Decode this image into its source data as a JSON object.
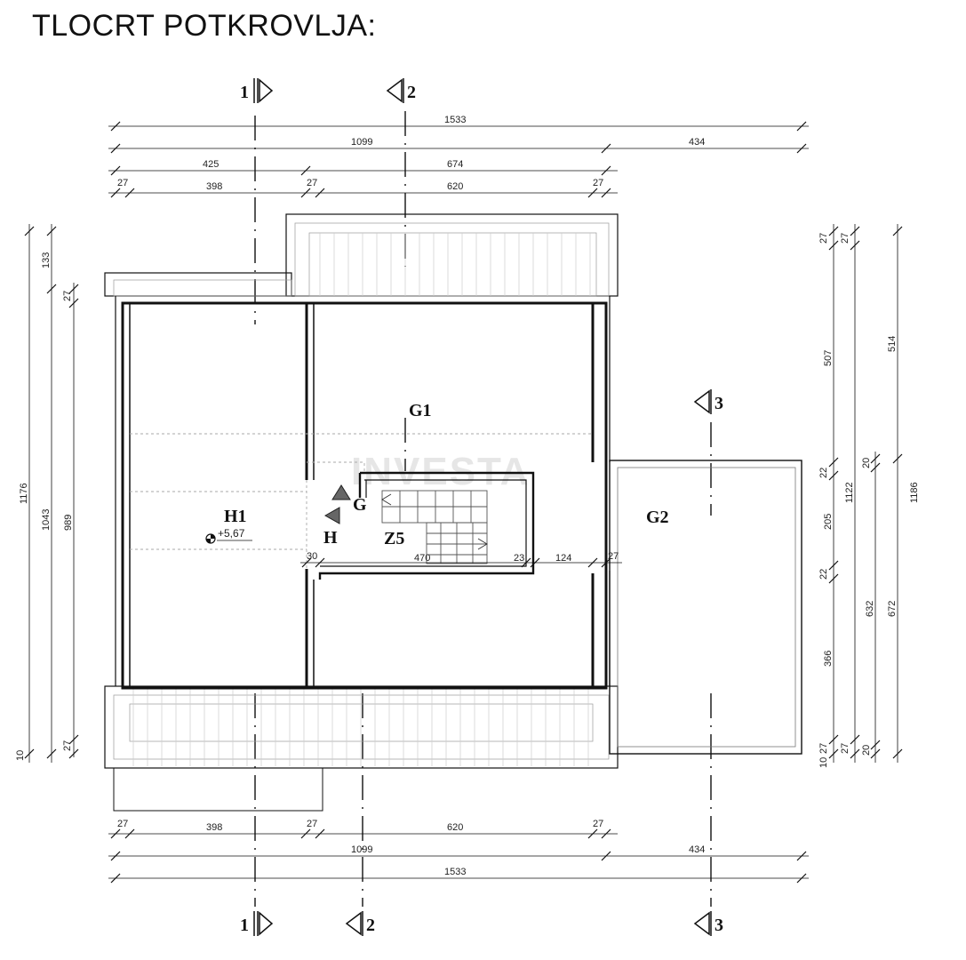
{
  "title": "TLOCRT POTKROVLJA:",
  "watermark": "INVESTA",
  "labels": {
    "room_h1": "H1",
    "level_h1": "+5,67",
    "room_g1": "G1",
    "room_g2": "G2",
    "stair_z5": "Z5",
    "marker_g": "G",
    "marker_h": "H"
  },
  "sections": {
    "s1_top": "1",
    "s2_top": "2",
    "s3_mid": "3",
    "s1_bottom": "1",
    "s2_bottom": "2",
    "s3_bottom": "3"
  },
  "dims_top": {
    "r1": "1533",
    "r2a": "1099",
    "r2b": "434",
    "r3a": "425",
    "r3b": "674",
    "r4a": "27",
    "r4b": "398",
    "r4c": "27",
    "r4d": "620",
    "r4e": "27"
  },
  "dims_bottom": {
    "r1a": "27",
    "r1b": "398",
    "r1c": "27",
    "r1d": "620",
    "r1e": "27",
    "r2a": "1099",
    "r2b": "434",
    "r3": "1533"
  },
  "dims_left": {
    "outer": "1176",
    "top": "133",
    "top27": "27",
    "mid": "1043",
    "inner": "989",
    "bot10": "10",
    "bot27": "27"
  },
  "dims_right": {
    "c1_top27a": "27",
    "c1_507": "507",
    "c1_22a": "22",
    "c1_205": "205",
    "c1_22b": "22",
    "c1_366": "366",
    "c1_27b": "27",
    "c1_10": "10",
    "c2_top27": "27",
    "c2_1122": "1122",
    "c2_27b": "27",
    "c3_632": "632",
    "c3_20a": "20",
    "c3_20b": "20",
    "c4_514": "514",
    "c4_1186": "1186",
    "c4_672": "672"
  },
  "dims_inner": {
    "d30": "30",
    "d470": "470",
    "d23": "23",
    "d124": "124",
    "d27": "27"
  },
  "colors": {
    "line": "#111111",
    "thin": "#888888",
    "dash": "#bbbbbb"
  }
}
